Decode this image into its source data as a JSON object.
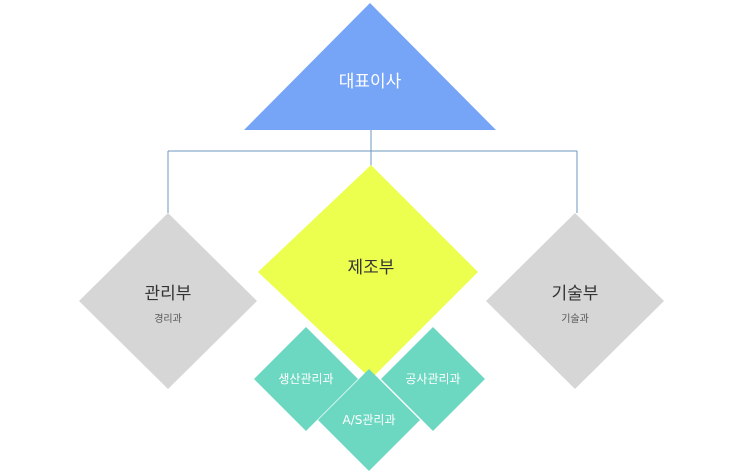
{
  "colors": {
    "ceo_fill": "#76a4f7",
    "production_fill": "#ecfe4e",
    "side_fill": "#d6d6d6",
    "team_fill": "#6dd8c1",
    "connector": "#6f97bf",
    "light_text": "#ffffff",
    "dark_text": "#333333",
    "sub_text": "#555555"
  },
  "ceo": {
    "label": "대표이사"
  },
  "departments": {
    "management": {
      "label": "관리부",
      "sub": "경리과"
    },
    "production": {
      "label": "제조부"
    },
    "technology": {
      "label": "기술부",
      "sub": "기술과"
    }
  },
  "production_teams": {
    "production_management": "생산관리과",
    "construction_management": "공사관리과",
    "as_management": "A/S관리과"
  }
}
